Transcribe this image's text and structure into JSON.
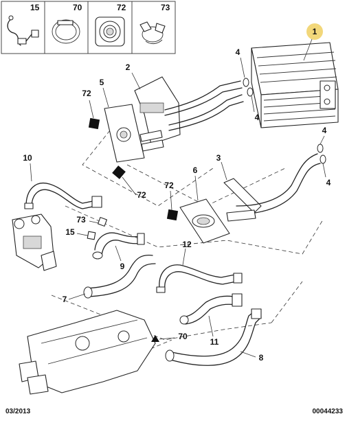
{
  "inset": {
    "cells": [
      {
        "label": "15",
        "icon": "sensor-harness-icon"
      },
      {
        "label": "70",
        "icon": "hose-clip-icon"
      },
      {
        "label": "72",
        "icon": "seal-ring-icon"
      },
      {
        "label": "73",
        "icon": "clamp-icon"
      }
    ]
  },
  "callouts": {
    "heater_matrix": "1",
    "inlet_pipe": "2",
    "outlet_pipe": "3",
    "seal_top_a": "4",
    "seal_top_b": "4",
    "seal_bottom_a": "4",
    "seal_bottom_b": "4",
    "gasket_plate_5": "5",
    "gasket_plate_6": "6",
    "hose_7": "7",
    "hose_8": "8",
    "hose_9": "9",
    "hose_10": "10",
    "hose_11": "11",
    "hose_12": "12",
    "harness_15": "15",
    "clip_70": "70",
    "seal_72_a": "72",
    "seal_72_b": "72",
    "seal_72_c": "72",
    "clamp_73": "73"
  },
  "footer": {
    "date": "03/2013",
    "reference": "00044233"
  },
  "colors": {
    "highlight": "#f2d77a",
    "line": "#222222"
  }
}
